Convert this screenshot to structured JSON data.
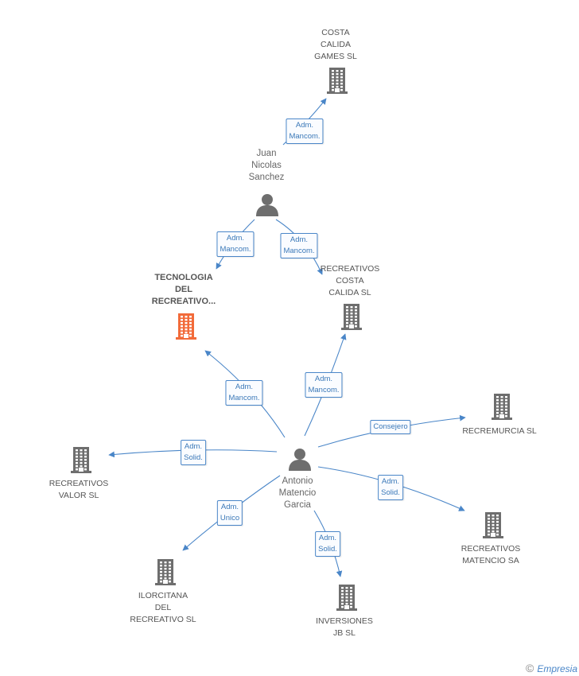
{
  "colors": {
    "edge": "#4a86c8",
    "building": "#6e6e6e",
    "focus": "#f26b3a",
    "person": "#6e6e6e"
  },
  "nodes": {
    "costa_calida_games": {
      "label": "COSTA\nCALIDA\nGAMES  SL",
      "icon": "building-icon"
    },
    "juan_nicolas": {
      "label": "Juan\nNicolas\nSanchez",
      "icon": "person-icon"
    },
    "tecnologia": {
      "label": "TECNOLOGIA\nDEL\nRECREATIVO...",
      "icon": "building-icon"
    },
    "recreativos_costa": {
      "label": "RECREATIVOS\nCOSTA\nCALIDA SL",
      "icon": "building-icon"
    },
    "recremurcia": {
      "label": "RECREMURCIA SL",
      "icon": "building-icon"
    },
    "recreativos_valor": {
      "label": "RECREATIVOS\nVALOR SL",
      "icon": "building-icon"
    },
    "antonio": {
      "label": "Antonio\nMatencio\nGarcia",
      "icon": "person-icon"
    },
    "recreativos_matencio": {
      "label": "RECREATIVOS\nMATENCIO SA",
      "icon": "building-icon"
    },
    "ilorcitana": {
      "label": "ILORCITANA\nDEL\nRECREATIVO SL",
      "icon": "building-icon"
    },
    "inversiones_jb": {
      "label": "INVERSIONES\nJB SL",
      "icon": "building-icon"
    }
  },
  "edges": {
    "e1": "Adm.\nMancom.",
    "e2": "Adm.\nMancom.",
    "e3": "Adm.\nMancom.",
    "e4": "Adm.\nMancom.",
    "e5": "Adm.\nMancom.",
    "e6": "Consejero",
    "e7": "Adm.\nSolid.",
    "e8": "Adm.\nSolid.",
    "e9": "Adm.\nUnico",
    "e10": "Adm.\nSolid."
  },
  "footer": {
    "copyright": "©",
    "brand": "Empresia"
  }
}
